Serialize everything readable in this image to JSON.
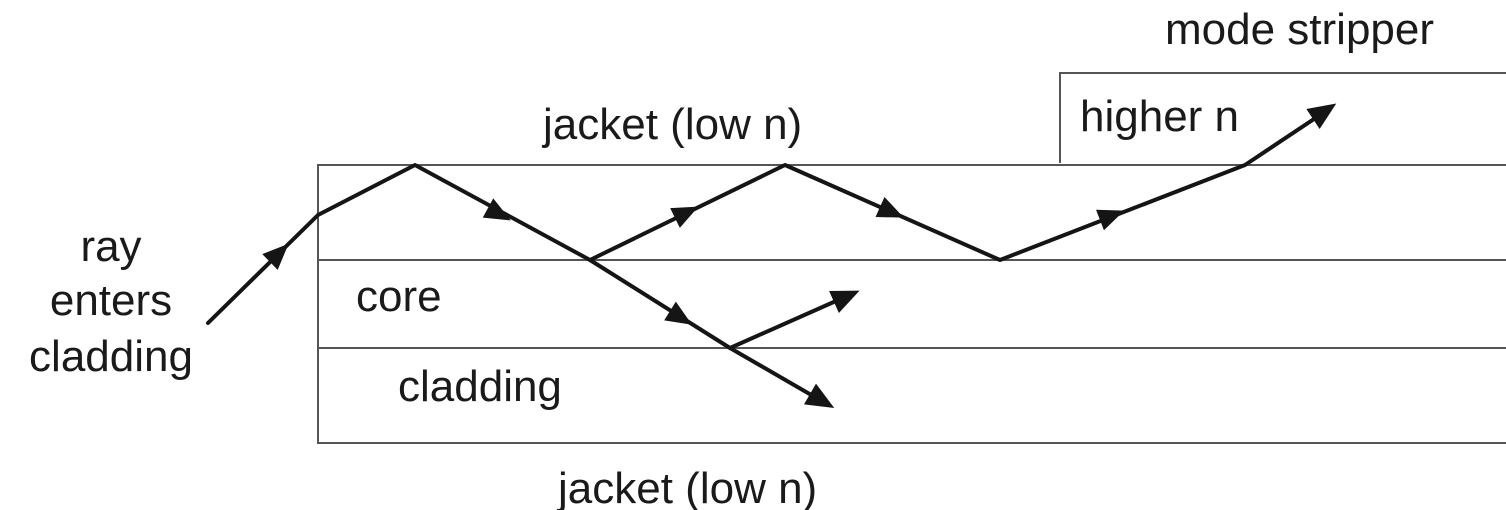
{
  "labels": {
    "mode_stripper": "mode stripper",
    "higher_n": "higher n",
    "jacket_top": "jacket (low n)",
    "ray_line1": "ray",
    "ray_line2": "enters",
    "ray_line3": "cladding",
    "core": "core",
    "cladding": "cladding",
    "jacket_bottom": "jacket (low n)"
  },
  "colors": {
    "ink": "#151515",
    "outline": "#555555",
    "background": "#ffffff"
  }
}
